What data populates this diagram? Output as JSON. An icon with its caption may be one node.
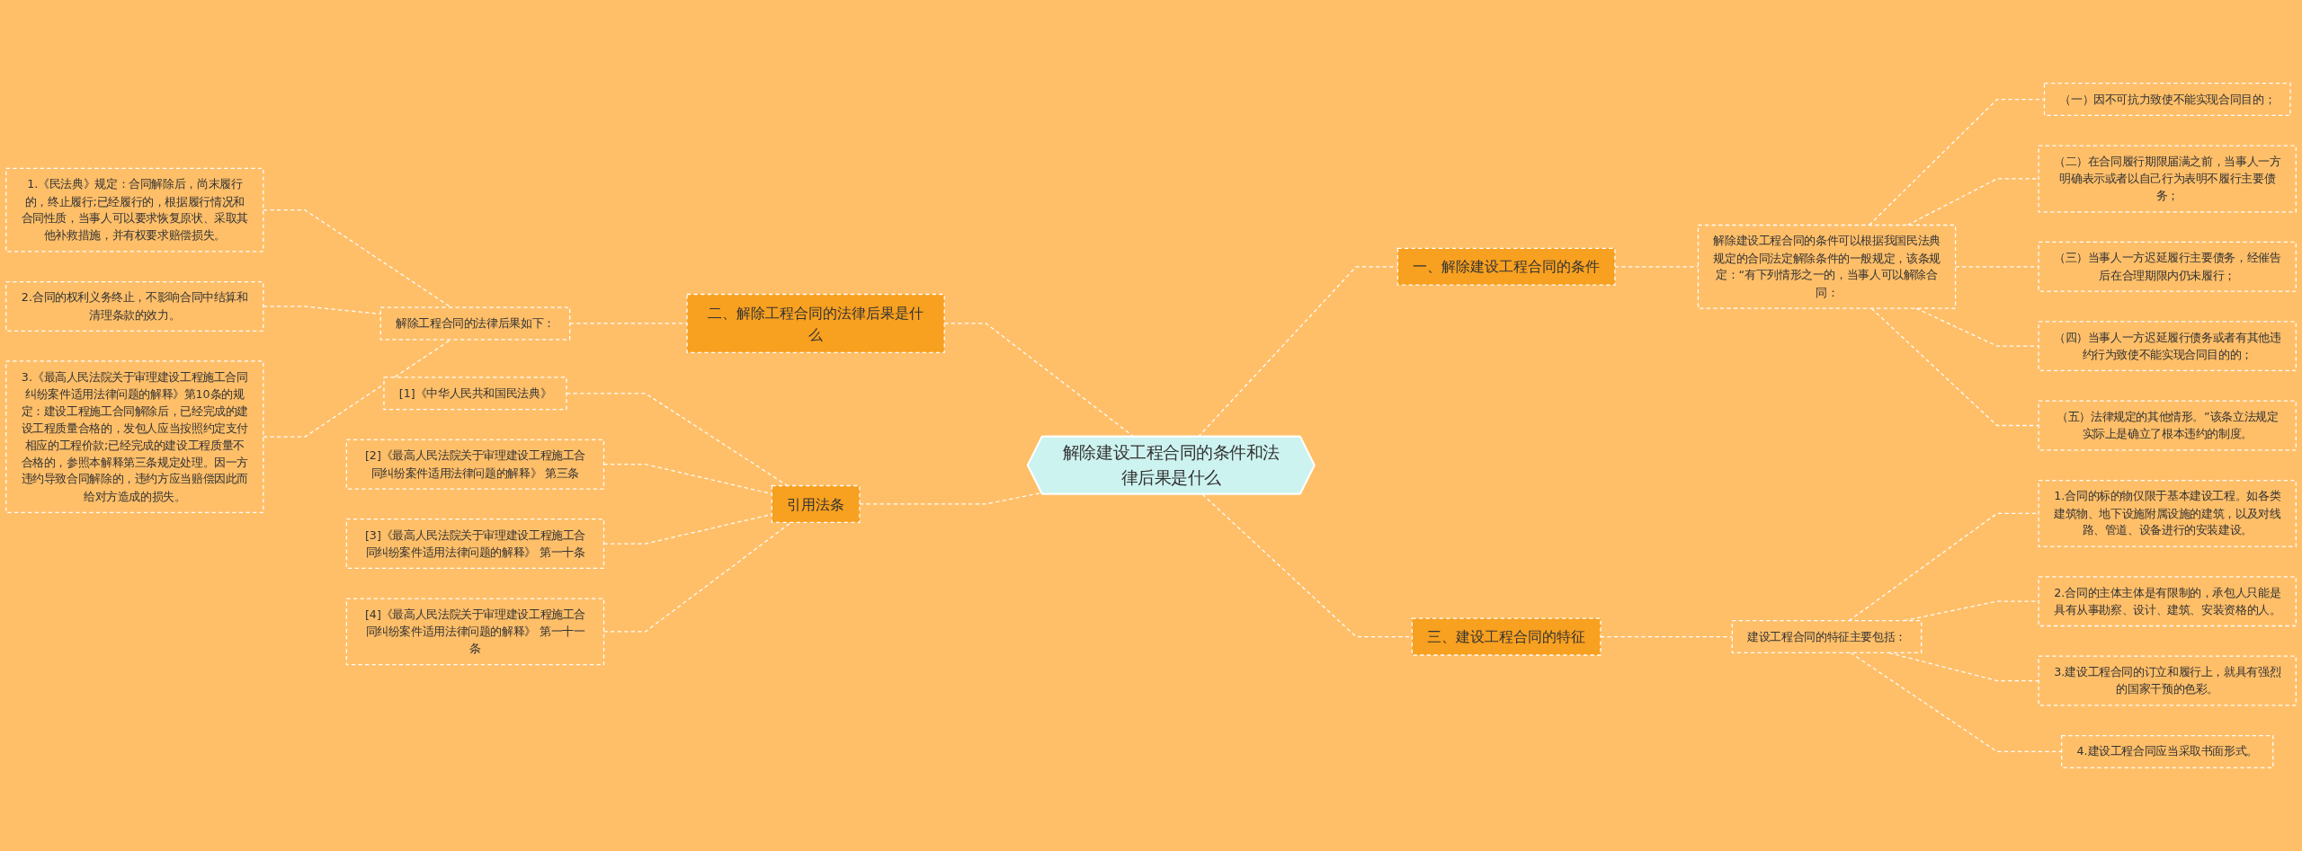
{
  "diagram": {
    "nodes": [
      {
        "text": [
          "解除建设工程合同的条件和法律后果是什么"
        ]
      },
      {
        "text": [
          "一、解除建设工程合同的条件"
        ]
      },
      {
        "text": [
          "解除建设工程合同的条件可以根据我国民法典规定的合同法定解除条件的一般规定，该条规定：“有下列情形之一的，当事人可以解除合同："
        ]
      },
      {
        "text": [
          "（一）因不可抗力致使不能实现合同目的；"
        ]
      },
      {
        "text": [
          "（二）在合同履行期限届满之前，当事人一方明确表示或者以自己行为表明不履行主要债务；"
        ]
      },
      {
        "text": [
          "（三）当事人一方迟延履行主要债务，经催告后在合理期限内仍未履行；"
        ]
      },
      {
        "text": [
          "（四）当事人一方迟延履行债务或者有其他违约行为致使不能实现合同目的的；"
        ]
      },
      {
        "text": [
          "（五）法律规定的其他情形。”该条立法规定实际上是确立了根本违约的制度。"
        ]
      },
      {
        "text": [
          "二、解除工程合同的法律后果是什么"
        ]
      },
      {
        "text": [
          "解除工程合同的法律后果如下："
        ]
      },
      {
        "text": [
          "1.《民法典》规定：合同解除后，尚末履行的，终止履行;已经履行的，根据履行情况和合同性质，当事人可以要求恢复原状、采取其他补救措施，并有权要求赔偿损失。"
        ]
      },
      {
        "text": [
          "2.合同的权利义务终止，不影响合同中结算和清理条款的效力。"
        ]
      },
      {
        "text": [
          "3.《最高人民法院关于审理建设工程施工合同纠纷案件适用法律问题的解释》第10条的规定：建设工程施工合同解除后，已经完成的建设工程质量合格的，发包人应当按照约定支付相应的工程价款;已经完成的建设工程质量不合格的，参照本解释第三条规定处理。因一方违约导致合同解除的，违约方应当赔偿因此而给对方造成的损失。"
        ]
      },
      {
        "text": [
          "三、建设工程合同的特征"
        ]
      },
      {
        "text": [
          "建设工程合同的特征主要包括："
        ]
      },
      {
        "text": [
          "1.合同的标的物仅限于基本建设工程。如各类建筑物、地下设施附属设施的建筑，以及对线路、管道、设备进行的安装建设。"
        ]
      },
      {
        "text": [
          "2.合同的主体主体是有限制的，承包人只能是具有从事勘察、设计、建筑、安装资格的人。"
        ]
      },
      {
        "text": [
          "3.建设工程合同的订立和履行上，就具有强烈的国家干预的色彩。"
        ]
      },
      {
        "text": [
          "4.建设工程合同应当采取书面形式。"
        ]
      },
      {
        "text": [
          "引用法条"
        ]
      },
      {
        "text": [
          "[1]《中华人民共和国民法典》"
        ]
      },
      {
        "text": [
          "[2]《最高人民法院关于审理建设工程施工合同纠纷案件适用法律问题的解释》 第三条"
        ]
      },
      {
        "text": [
          "[3]《最高人民法院关于审理建设工程施工合同纠纷案件适用法律问题的解释》 第一十条"
        ]
      },
      {
        "text": [
          "[4]《最高人民法院关于审理建设工程施工合同纠纷案件适用法律问题的解释》 第一十一条"
        ]
      }
    ],
    "edges": [
      {
        "from": 0,
        "to": 1,
        "arrow": "none"
      },
      {
        "from": 1,
        "to": 2,
        "arrow": "none"
      },
      {
        "from": 2,
        "to": 3,
        "arrow": "none"
      },
      {
        "from": 2,
        "to": 4,
        "arrow": "none"
      },
      {
        "from": 2,
        "to": 5,
        "arrow": "none"
      },
      {
        "from": 2,
        "to": 6,
        "arrow": "none"
      },
      {
        "from": 2,
        "to": 7,
        "arrow": "none"
      },
      {
        "from": 0,
        "to": 8,
        "arrow": "none"
      },
      {
        "from": 8,
        "to": 9,
        "arrow": "none"
      },
      {
        "from": 9,
        "to": 10,
        "arrow": "none"
      },
      {
        "from": 9,
        "to": 11,
        "arrow": "none"
      },
      {
        "from": 9,
        "to": 12,
        "arrow": "none"
      },
      {
        "from": 0,
        "to": 13,
        "arrow": "none"
      },
      {
        "from": 13,
        "to": 14,
        "arrow": "none"
      },
      {
        "from": 14,
        "to": 15,
        "arrow": "none"
      },
      {
        "from": 14,
        "to": 16,
        "arrow": "none"
      },
      {
        "from": 14,
        "to": 17,
        "arrow": "none"
      },
      {
        "from": 14,
        "to": 18,
        "arrow": "none"
      },
      {
        "from": 0,
        "to": 19,
        "arrow": "none"
      },
      {
        "from": 19,
        "to": 20,
        "arrow": "none"
      },
      {
        "from": 19,
        "to": 21,
        "arrow": "none"
      },
      {
        "from": 19,
        "to": 22,
        "arrow": "none"
      },
      {
        "from": 19,
        "to": 23,
        "arrow": "none"
      }
    ]
  }
}
